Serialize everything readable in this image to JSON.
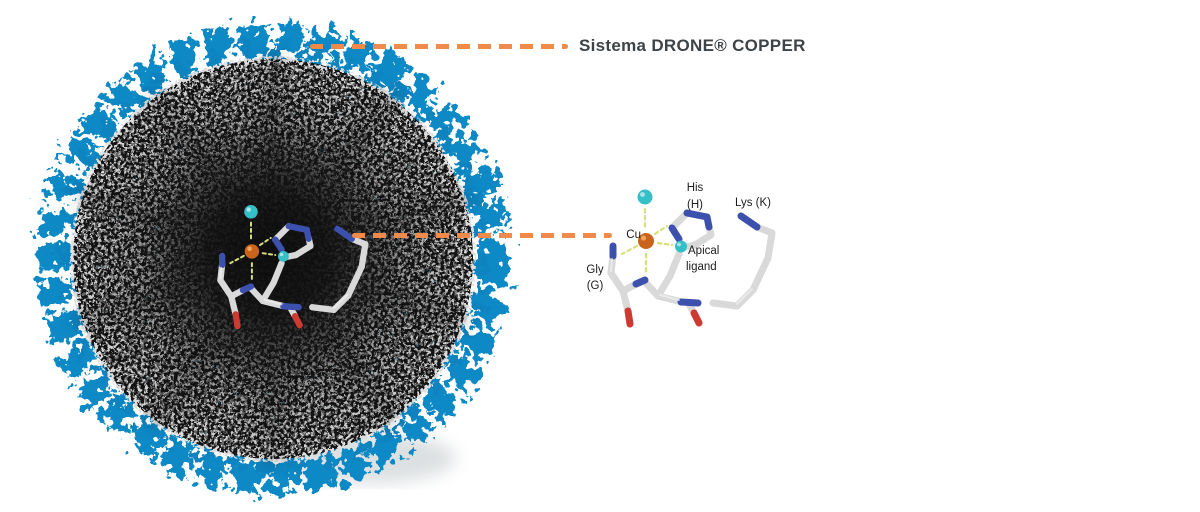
{
  "title": {
    "system_label": "Sistema DRONE® COPPER"
  },
  "active_site": {
    "labels": {
      "his_line1": "His",
      "his_line2": "(H)",
      "lys": "Lys (K)",
      "cu": "Cu",
      "apical_line1": "Apical",
      "apical_line2": "ligand",
      "gly_line1": "Gly",
      "gly_line2": "(G)"
    }
  },
  "colors": {
    "callout_orange": "#EF8A4B",
    "shell_blue": "#1189C6",
    "body_gray": "#9E9E9E",
    "core_dark": "#141414",
    "copper_orange": "#C9641C",
    "ligand_teal": "#35BFC6",
    "nitrogen_blue": "#3C50AE",
    "oxygen_red": "#CD3A31",
    "bond_white": "#D9D9D9",
    "coordination_dash_yellow": "#D7E07C",
    "title_text": "#3E4347",
    "label_text": "#1C1C1C"
  }
}
